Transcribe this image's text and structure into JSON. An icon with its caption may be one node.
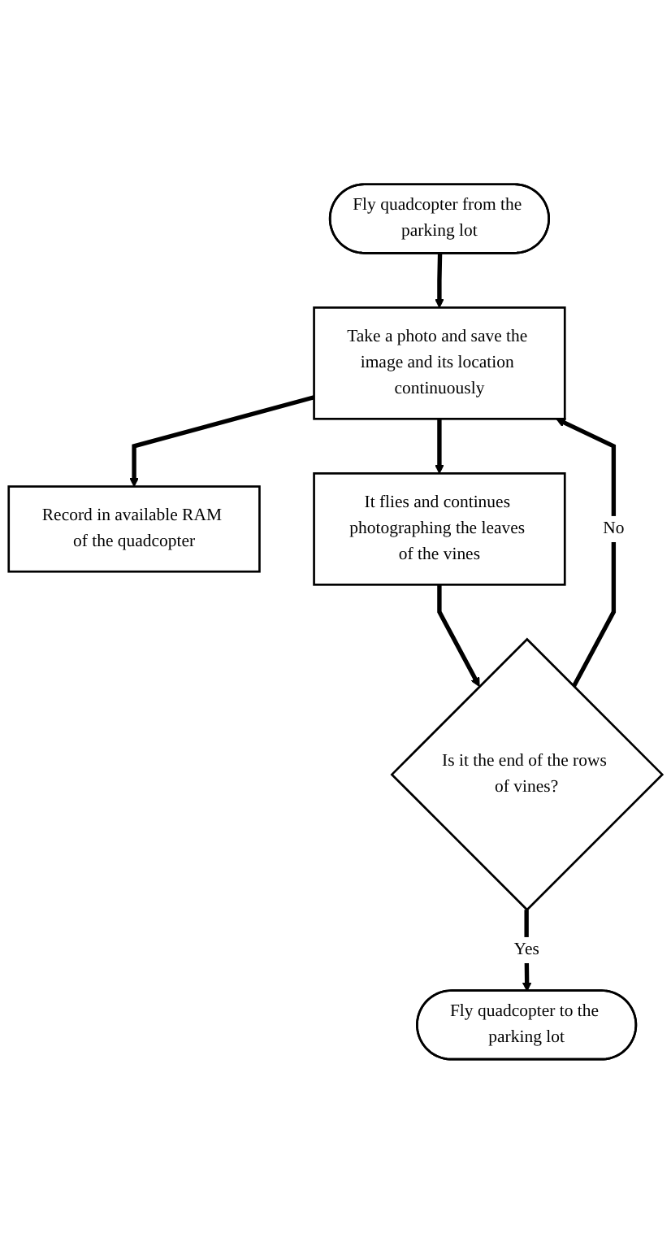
{
  "diagram": {
    "nodes": [
      {
        "text": [
          "Fly quadcopter from the parking lot"
        ]
      },
      {
        "text": [
          "Take a photo and save the image and its location continuously"
        ]
      },
      {
        "text": [
          "Record in available RAM of the quadcopter"
        ]
      },
      {
        "text": [
          "It flies and continues photographing the leaves of the vines"
        ]
      },
      {
        "text": [
          "Is it the end of the rows of vines?"
        ]
      },
      {
        "text": [
          "Fly quadcopter to the parking lot"
        ]
      }
    ],
    "edges": [
      {
        "from": 0,
        "to": 1,
        "arrow": "to"
      },
      {
        "from": 1,
        "to": 2,
        "arrow": "to"
      },
      {
        "from": 1,
        "to": 3,
        "arrow": "to"
      },
      {
        "from": 3,
        "to": 4,
        "arrow": "to"
      },
      {
        "from": 4,
        "to": 1,
        "arrow": "to",
        "label": "No"
      },
      {
        "from": 4,
        "to": 5,
        "arrow": "to",
        "label": "Yes"
      }
    ]
  }
}
